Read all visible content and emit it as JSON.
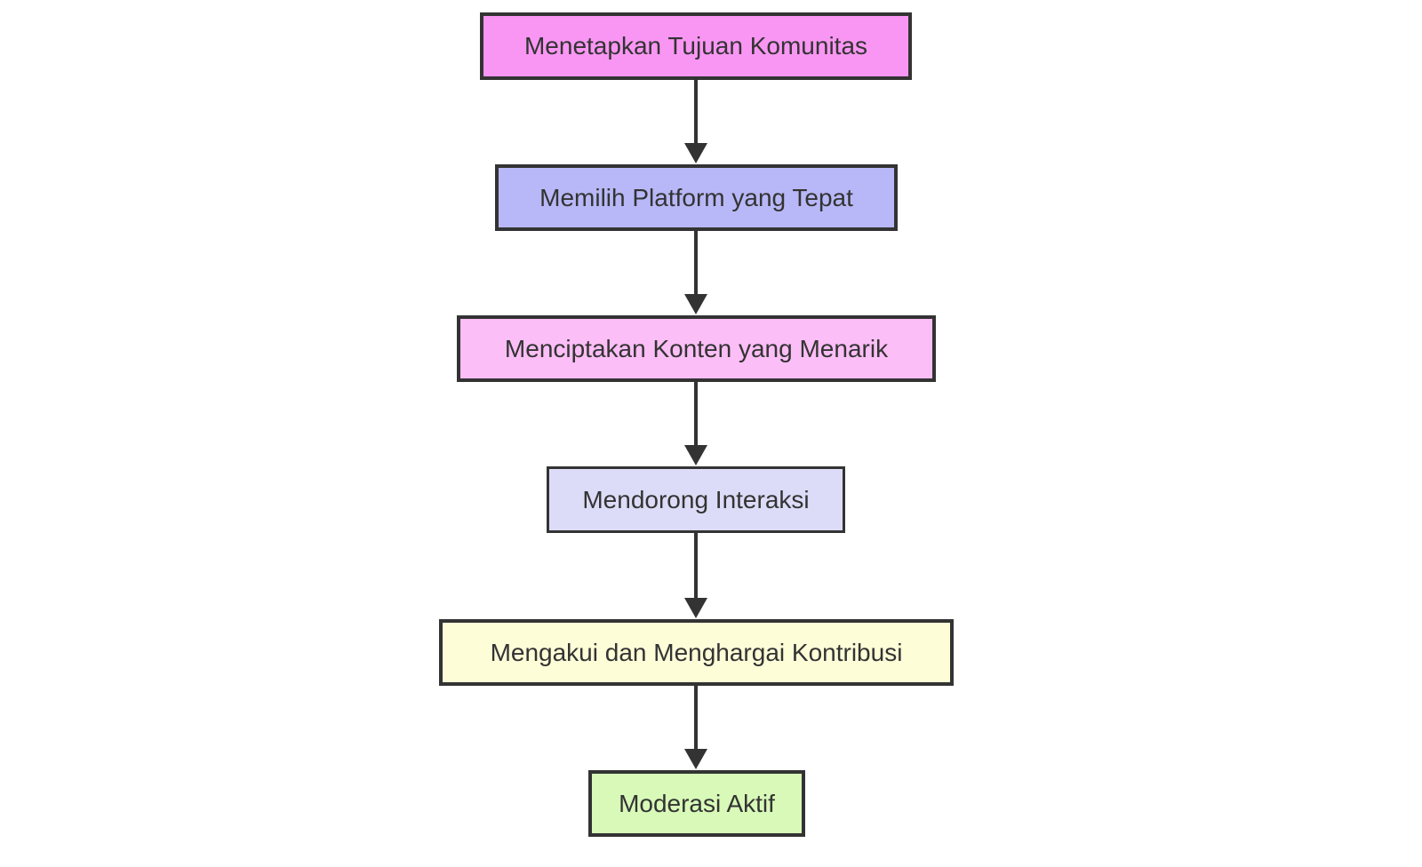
{
  "diagram": {
    "type": "flowchart",
    "direction": "top-down",
    "nodes": [
      {
        "id": "A",
        "label": "Menetapkan Tujuan Komunitas",
        "fill": "#f996f3"
      },
      {
        "id": "B",
        "label": "Memilih Platform yang Tepat",
        "fill": "#b8b8f8"
      },
      {
        "id": "C",
        "label": "Menciptakan Konten yang Menarik",
        "fill": "#fcbef6"
      },
      {
        "id": "D",
        "label": "Mendorong Interaksi",
        "fill": "#dcdcf8"
      },
      {
        "id": "E",
        "label": "Mengakui dan Menghargai Kontribusi",
        "fill": "#fdfdd8"
      },
      {
        "id": "F",
        "label": "Moderasi Aktif",
        "fill": "#d8f9b8"
      }
    ],
    "edges": [
      {
        "from": "A",
        "to": "B"
      },
      {
        "from": "B",
        "to": "C"
      },
      {
        "from": "C",
        "to": "D"
      },
      {
        "from": "D",
        "to": "E"
      },
      {
        "from": "E",
        "to": "F"
      }
    ],
    "colors": {
      "border": "#333333",
      "arrow": "#333333",
      "text": "#333333",
      "background": "#ffffff"
    }
  }
}
